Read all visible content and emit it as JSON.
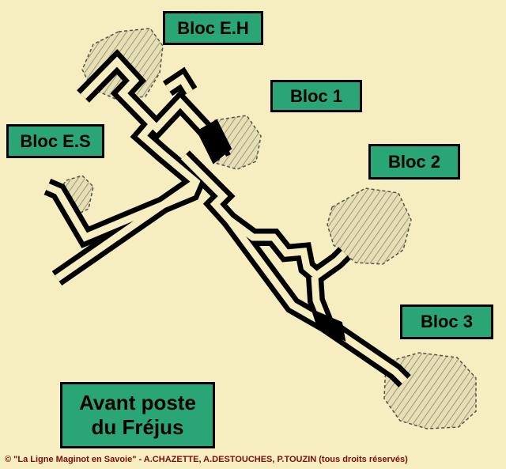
{
  "labels": {
    "bloc_eh": "Bloc E.H",
    "bloc_1": "Bloc 1",
    "bloc_es": "Bloc E.S",
    "bloc_2": "Bloc 2",
    "bloc_3": "Bloc 3"
  },
  "title": {
    "line1": "Avant poste",
    "line2": "du Fréjus"
  },
  "copyright": "© \"La Ligne Maginot en Savoie\" - A.CHAZETTE, A.DESTOUCHES, P.TOUZIN (tous droits réservés)",
  "colors": {
    "background": "#f6eec0",
    "label_fill": "#2aa576",
    "gallery": "#000000",
    "copyright": "#7a0c0c"
  }
}
